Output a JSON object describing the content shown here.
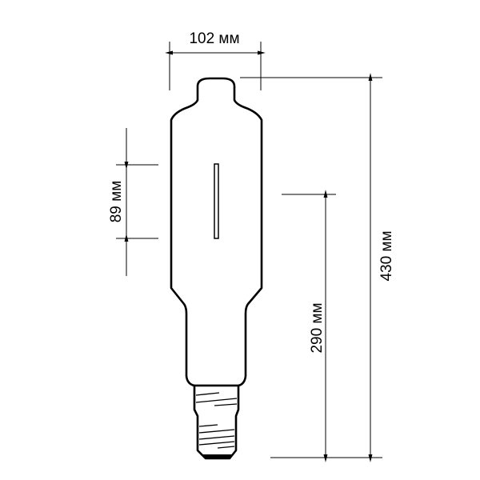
{
  "dimensions": {
    "width_label": "102 мм",
    "total_height_label": "430 мм",
    "light_center_label": "290 мм",
    "arc_length_label": "89 мм"
  },
  "colors": {
    "line": "#000000",
    "background": "#ffffff"
  }
}
